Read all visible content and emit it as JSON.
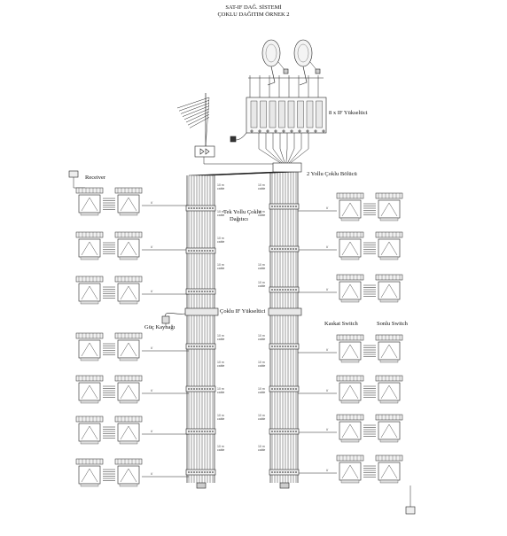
{
  "diagram": {
    "title_line1": "SAT-IF DAĞ. SİSTEMİ",
    "title_line2": "ÇOKLU DAĞITIM ÖRNEK 2",
    "labels": {
      "if_amplifier_top": "8 x IF Yükseltici",
      "splitter_2way": "2 Yollu Çoklu Bölücü",
      "receiver": "Receiver",
      "single_way_multi": "Tek Yollu Çoklu",
      "single_way_multi_2": "Dağıtıcı",
      "multi_if_amplifier": "Çoklu IF Yükseltici",
      "power_supply": "Güç Kaynağı",
      "cascade_switch": "Kaskat Switch",
      "end_switch": "Sonlu Switch"
    },
    "cable_note": "cable",
    "cable_length": "10 m"
  }
}
